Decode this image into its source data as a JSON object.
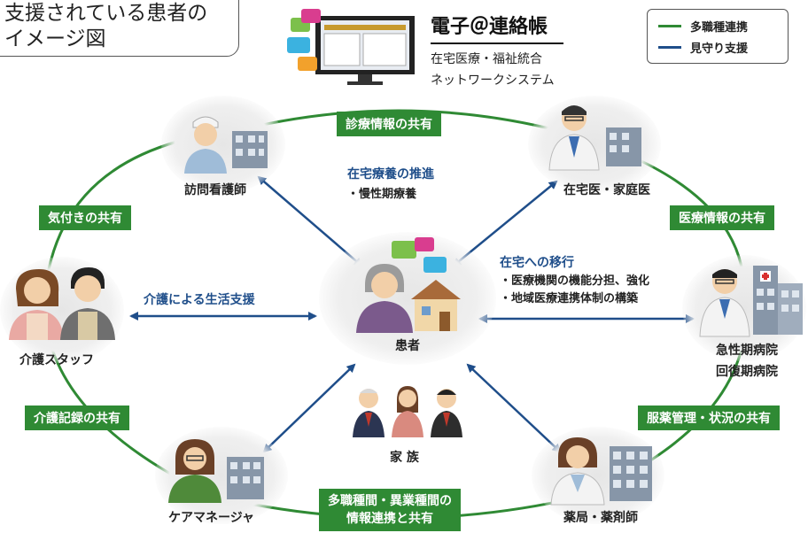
{
  "callout": {
    "line1": "支援されている患者の",
    "line2": "イメージ図"
  },
  "system": {
    "title": "電子＠連絡帳",
    "subtitle1": "在宅医療・福祉統合",
    "subtitle2": "ネットワークシステム"
  },
  "legend": {
    "items": [
      {
        "label": "多職種連携",
        "color": "#2f8a34"
      },
      {
        "label": "見守り支援",
        "color": "#1f4e8a"
      }
    ]
  },
  "colors": {
    "green": "#2f8a34",
    "blue": "#1f4e8a"
  },
  "nodes": {
    "nurse": "訪問看護師",
    "doctor": "在宅医・家庭医",
    "hospital1": "急性期病院",
    "hospital2": "回復期病院",
    "pharmacy": "薬局・薬剤師",
    "caremanager": "ケアマネージャ",
    "carestaff": "介護スタッフ",
    "patient": "患者",
    "family": "家 族"
  },
  "green_links": {
    "top": "診療情報の共有",
    "right_top": "医療情報の共有",
    "right_bottom": "服薬管理・状況の共有",
    "bottom_line1": "多職種間・異業種間の",
    "bottom_line2": "情報連携と共有",
    "left_top": "気付きの共有",
    "left_bottom": "介護記録の共有"
  },
  "blue_links": {
    "home_care_title": "在宅療養の推進",
    "home_care_item": "・慢性期療養",
    "transition_title": "在宅への移行",
    "transition_item1": "・医療機関の機能分担、強化",
    "transition_item2": "・地域医療連携体制の構築",
    "care_support": "介護による生活支援"
  }
}
